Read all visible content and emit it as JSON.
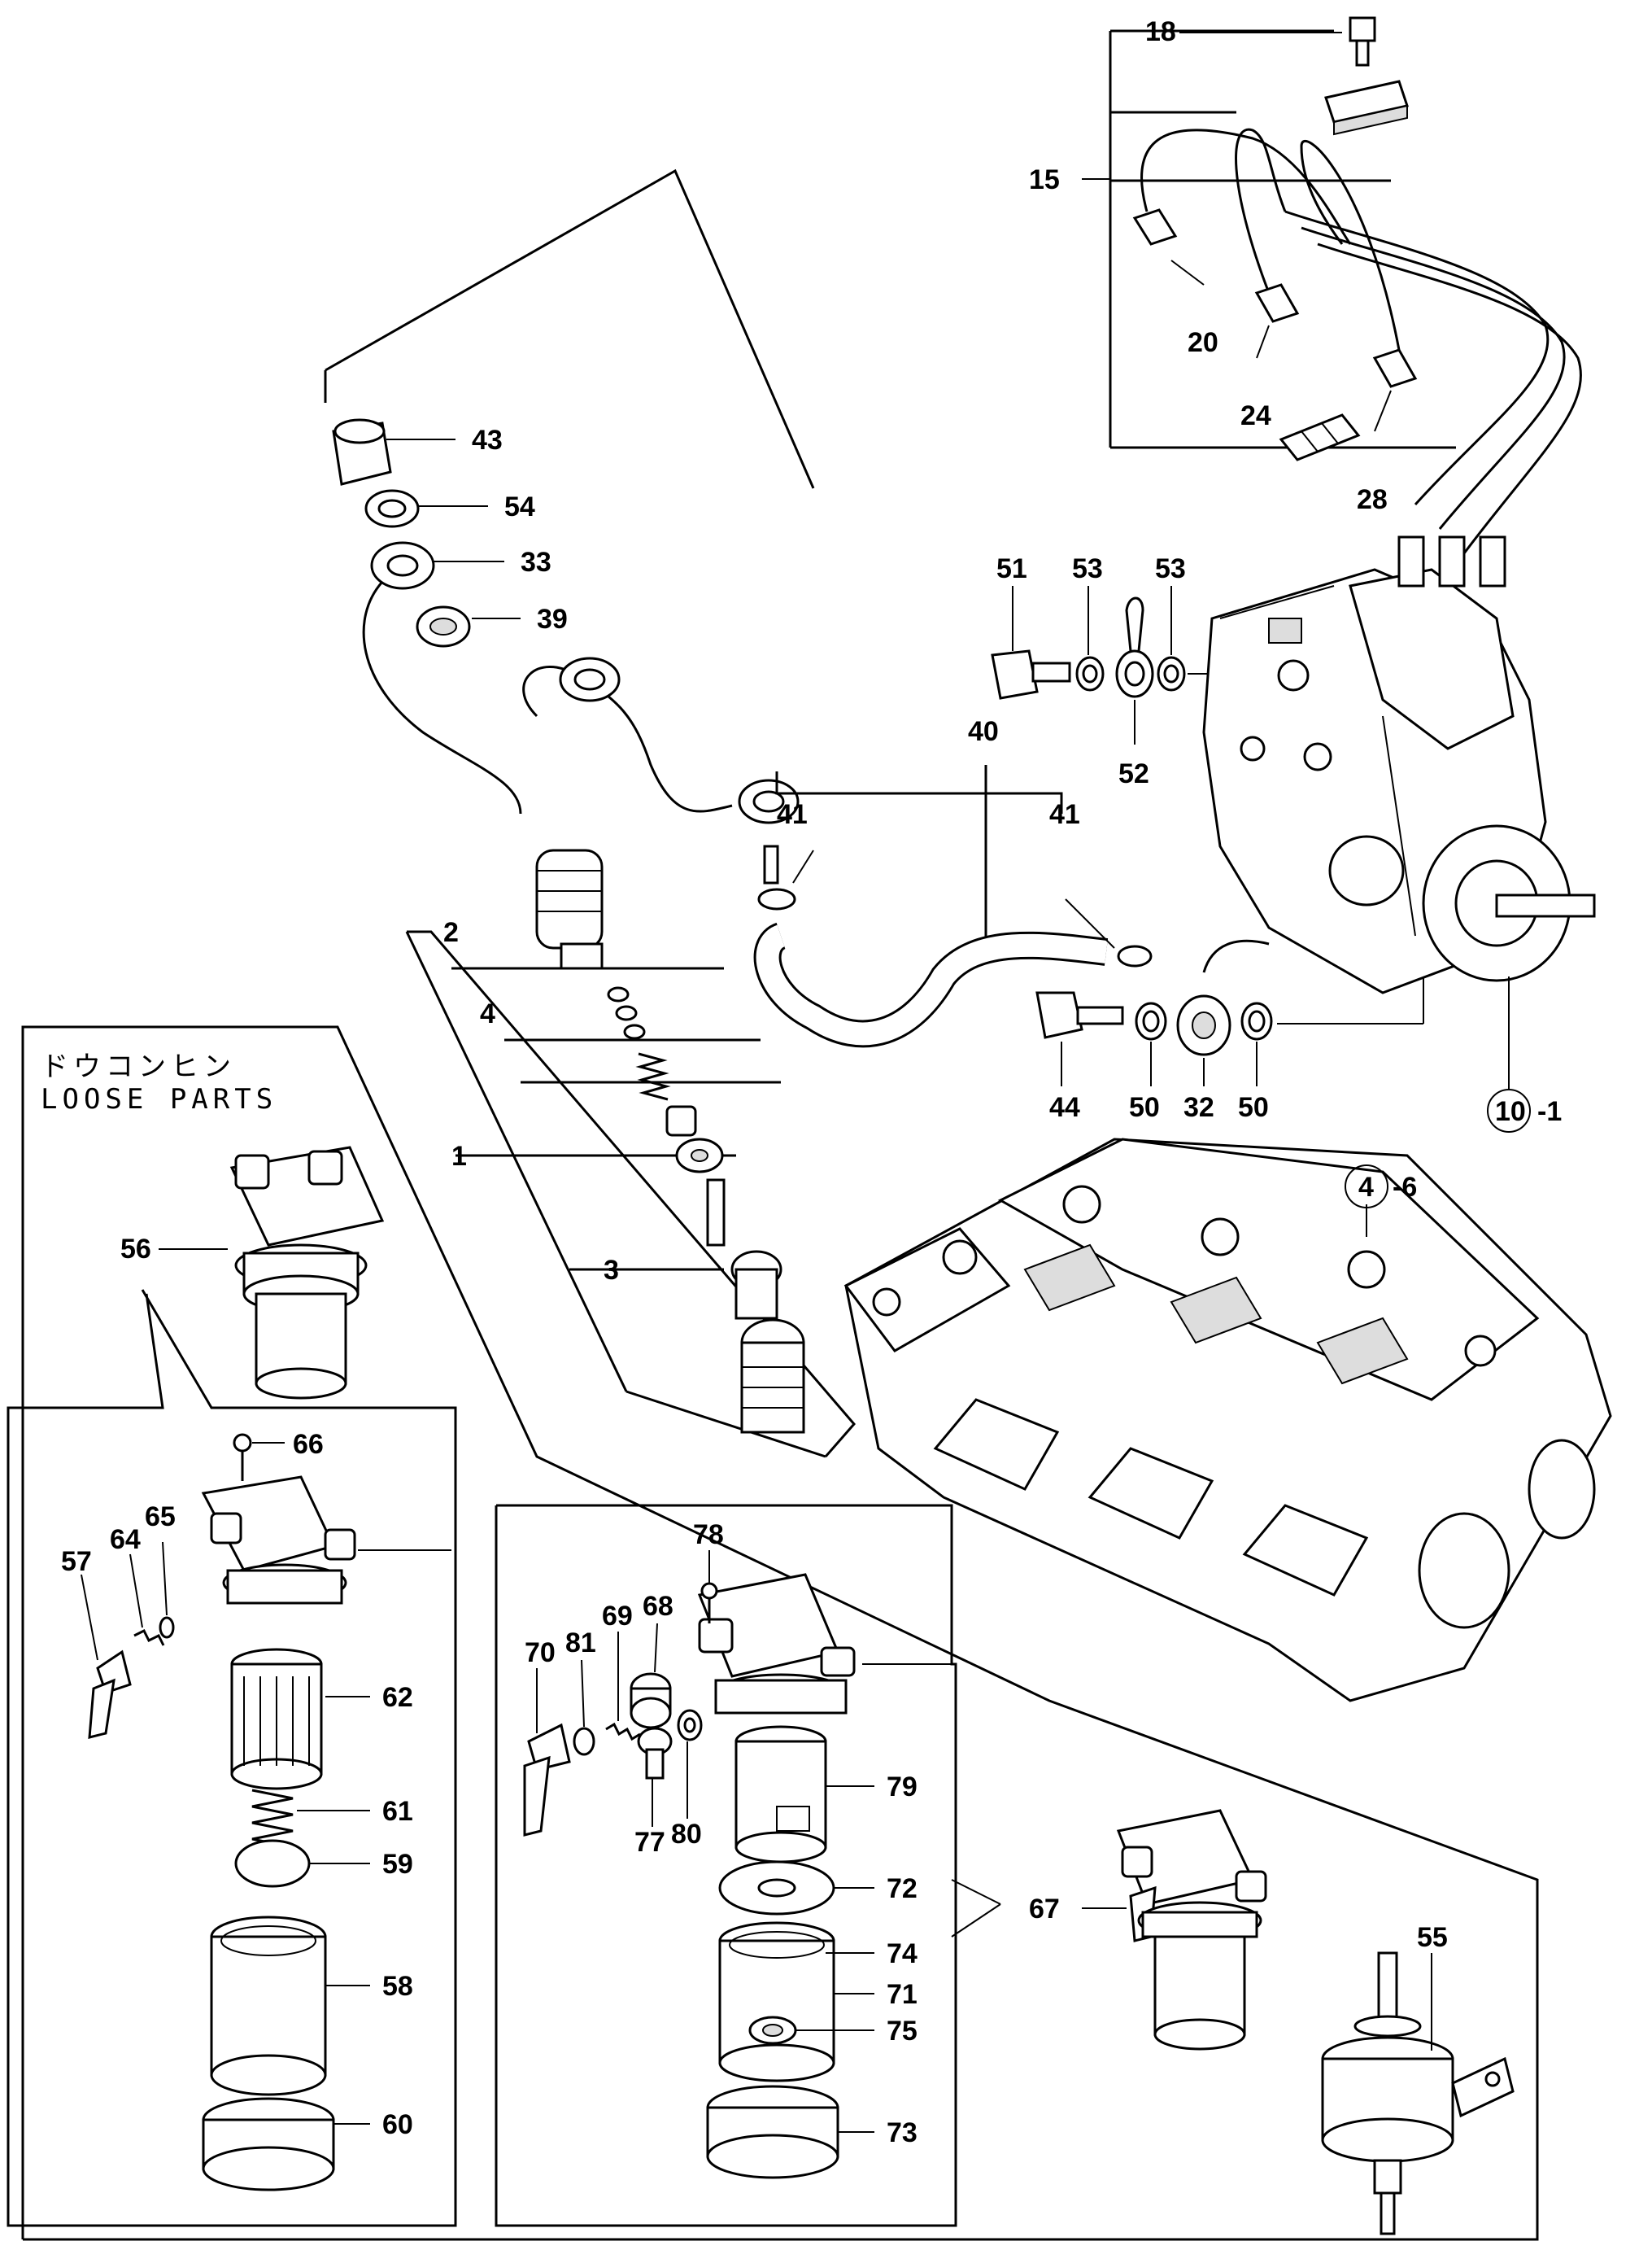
{
  "loose_parts": {
    "title_jp": "ドウコンヒン",
    "title_en": "LOOSE PARTS"
  },
  "callouts": [
    {
      "id": "c18",
      "text": "18"
    },
    {
      "id": "c15",
      "text": "15"
    },
    {
      "id": "c20",
      "text": "20"
    },
    {
      "id": "c24",
      "text": "24"
    },
    {
      "id": "c28",
      "text": "28"
    },
    {
      "id": "c43",
      "text": "43"
    },
    {
      "id": "c54",
      "text": "54"
    },
    {
      "id": "c33",
      "text": "33"
    },
    {
      "id": "c39",
      "text": "39"
    },
    {
      "id": "c51",
      "text": "51"
    },
    {
      "id": "c53a",
      "text": "53"
    },
    {
      "id": "c53b",
      "text": "53"
    },
    {
      "id": "c52",
      "text": "52"
    },
    {
      "id": "c40",
      "text": "40"
    },
    {
      "id": "c41a",
      "text": "41"
    },
    {
      "id": "c41b",
      "text": "41"
    },
    {
      "id": "c2",
      "text": "2"
    },
    {
      "id": "c4",
      "text": "4"
    },
    {
      "id": "c1",
      "text": "1"
    },
    {
      "id": "c3",
      "text": "3"
    },
    {
      "id": "c44",
      "text": "44"
    },
    {
      "id": "c50a",
      "text": "50"
    },
    {
      "id": "c32",
      "text": "32"
    },
    {
      "id": "c50b",
      "text": "50"
    },
    {
      "id": "c10",
      "text": "10"
    },
    {
      "id": "c10s",
      "text": "-1"
    },
    {
      "id": "c4c",
      "text": "4"
    },
    {
      "id": "c4s",
      "text": "-6"
    },
    {
      "id": "c56",
      "text": "56"
    },
    {
      "id": "c66",
      "text": "66"
    },
    {
      "id": "c57",
      "text": "57"
    },
    {
      "id": "c64",
      "text": "64"
    },
    {
      "id": "c65",
      "text": "65"
    },
    {
      "id": "c62",
      "text": "62"
    },
    {
      "id": "c61",
      "text": "61"
    },
    {
      "id": "c59",
      "text": "59"
    },
    {
      "id": "c58",
      "text": "58"
    },
    {
      "id": "c60",
      "text": "60"
    },
    {
      "id": "c78",
      "text": "78"
    },
    {
      "id": "c70",
      "text": "70"
    },
    {
      "id": "c81",
      "text": "81"
    },
    {
      "id": "c69",
      "text": "69"
    },
    {
      "id": "c68",
      "text": "68"
    },
    {
      "id": "c79",
      "text": "79"
    },
    {
      "id": "c77",
      "text": "77"
    },
    {
      "id": "c80",
      "text": "80"
    },
    {
      "id": "c72",
      "text": "72"
    },
    {
      "id": "c67",
      "text": "67"
    },
    {
      "id": "c74",
      "text": "74"
    },
    {
      "id": "c71",
      "text": "71"
    },
    {
      "id": "c75",
      "text": "75"
    },
    {
      "id": "c73",
      "text": "73"
    },
    {
      "id": "c55",
      "text": "55"
    }
  ]
}
